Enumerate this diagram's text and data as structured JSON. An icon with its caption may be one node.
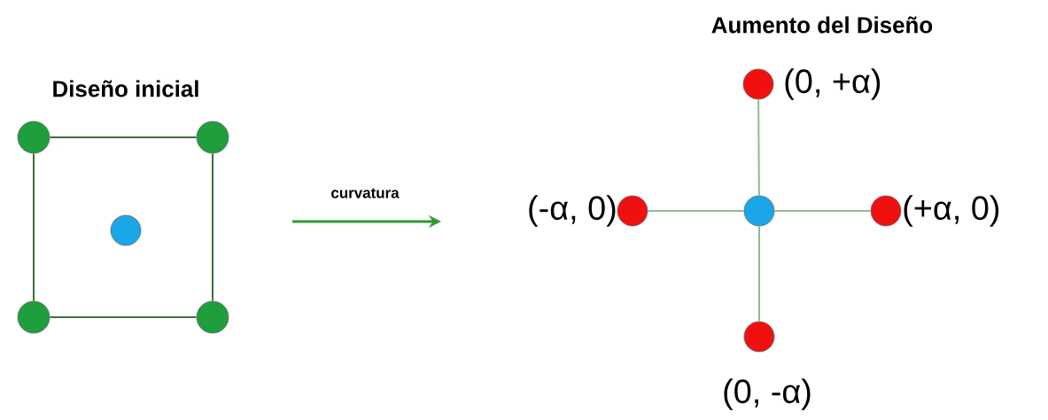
{
  "diagram": {
    "nodes": [
      {
        "text": [],
        "shape": "circle"
      },
      {
        "text": [],
        "shape": "circle"
      },
      {
        "text": [],
        "shape": "circle"
      },
      {
        "text": [],
        "shape": "circle"
      },
      {
        "text": [],
        "shape": "circle"
      },
      {
        "text": [],
        "shape": "circle",
        "beside": [
          "(0, +α)"
        ]
      },
      {
        "text": [],
        "shape": "circle",
        "beside": [
          "(-α, 0)"
        ]
      },
      {
        "text": [],
        "shape": "circle"
      },
      {
        "text": [],
        "shape": "circle",
        "beside": [
          "(+α, 0)"
        ]
      },
      {
        "text": [],
        "shape": "circle",
        "beside": [
          "(0, -α)"
        ]
      }
    ],
    "edges": [
      {
        "from": 0,
        "to": 1,
        "arrow": "none",
        "color": "#3f6f3f"
      },
      {
        "from": 1,
        "to": 4,
        "arrow": "none",
        "color": "#3f6f3f"
      },
      {
        "from": 4,
        "to": 3,
        "arrow": "none",
        "color": "#3f6f3f"
      },
      {
        "from": 3,
        "to": 0,
        "arrow": "none",
        "color": "#3f6f3f"
      },
      {
        "from": 7,
        "to": 5,
        "arrow": "none",
        "color": "#8fbc8f"
      },
      {
        "from": 7,
        "to": 6,
        "arrow": "none",
        "color": "#8fbc8f"
      },
      {
        "from": 7,
        "to": 8,
        "arrow": "none",
        "color": "#8fbc8f"
      },
      {
        "from": 7,
        "to": 9,
        "arrow": "none",
        "color": "#8fbc8f"
      }
    ],
    "labels": [
      "Aumento del Diseño",
      "Diseño inicial",
      "curvatura"
    ]
  }
}
